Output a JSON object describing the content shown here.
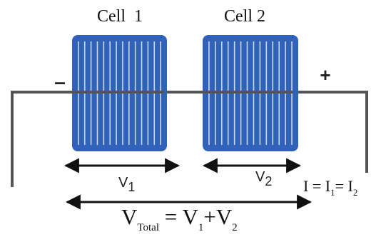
{
  "cells": [
    {
      "label": "Cell  1",
      "voltage_symbol": "V",
      "voltage_sub": "1"
    },
    {
      "label": "Cell 2",
      "voltage_symbol": "V",
      "voltage_sub": "2"
    }
  ],
  "terminals": {
    "negative": "–",
    "positive": "+"
  },
  "current_equation": {
    "lhs": "I",
    "eq": " = ",
    "term1": "I",
    "term1_sub": "1",
    "eq2": "= ",
    "term2": "I",
    "term2_sub": "2"
  },
  "total_equation": {
    "lhs": "V",
    "lhs_sub": "Total",
    "eq": " = ",
    "term1": "V",
    "term1_sub": "1",
    "plus": "+",
    "term2": "V",
    "term2_sub": "2"
  },
  "colors": {
    "cell_fill": "#2f62b8",
    "cell_stripe": "#c9d7ef",
    "wire": "#555555",
    "arrow": "#111111"
  }
}
